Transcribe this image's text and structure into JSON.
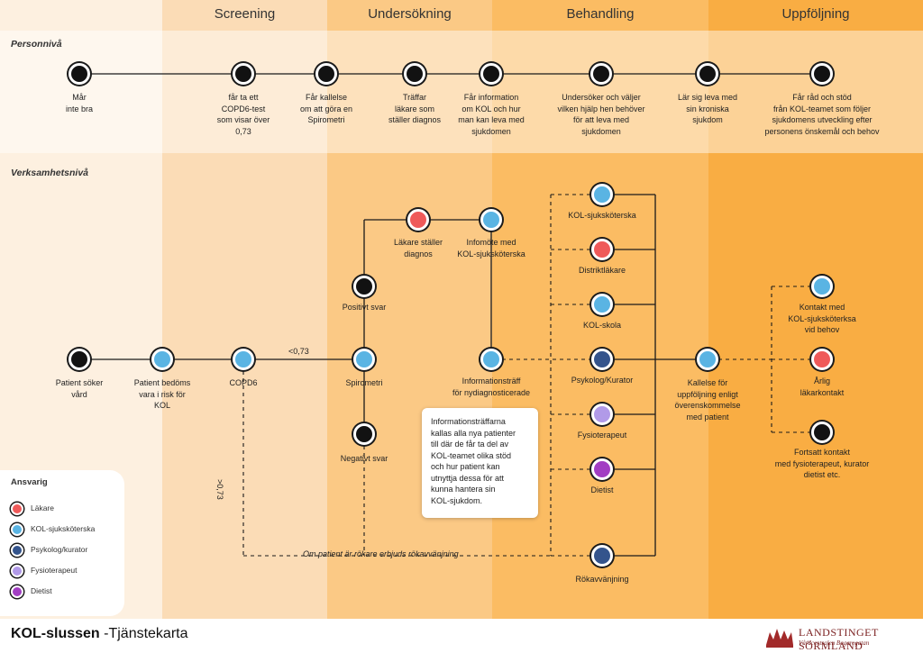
{
  "phases": {
    "screening": "Screening",
    "undersokning": "Undersökning",
    "behandling": "Behandling",
    "uppfoljning": "Uppföljning"
  },
  "levels": {
    "personal": "Personnivå",
    "business": "Verksamhetsnivå"
  },
  "personal_steps": [
    {
      "lines": [
        "Mår",
        "inte bra"
      ]
    },
    {
      "lines": [
        "får ta ett",
        "COPD6-test",
        "som visar över",
        "0,73"
      ]
    },
    {
      "lines": [
        "Får kallelse",
        "om att göra en",
        "Spirometri"
      ]
    },
    {
      "lines": [
        "Träffar",
        "läkare som",
        "ställer diagnos"
      ]
    },
    {
      "lines": [
        "Får information",
        "om KOL och hur",
        "man kan leva med",
        "sjukdomen"
      ]
    },
    {
      "lines": [
        "Undersöker och väljer",
        "vilken hjälp hen behöver",
        "för att leva med",
        "sjukdomen"
      ]
    },
    {
      "lines": [
        "Lär sig leva med",
        "sin kroniska",
        "sjukdom"
      ]
    },
    {
      "lines": [
        "Får råd och stöd",
        "från KOL-teamet som följer",
        "sjukdomens utveckling efter",
        "personens önskemål och behov"
      ]
    }
  ],
  "business": {
    "patient_soker": [
      "Patient söker",
      "vård"
    ],
    "patient_bedoms": [
      "Patient bedöms",
      "vara i risk för",
      "KOL"
    ],
    "copd6": [
      "COPD6"
    ],
    "spirometri": [
      "Spirometri"
    ],
    "positivt": [
      "Positivt svar"
    ],
    "negativt": [
      "Negativt svar"
    ],
    "lakare_diagnos": [
      "Läkare ställer",
      "diagnos"
    ],
    "infomote": [
      "Infomöte med",
      "KOL-sjuksköterska"
    ],
    "informationstraff": [
      "Informationsträff",
      "för nydiagnosticerade"
    ],
    "kol_ssk": [
      "KOL-sjuksköterska"
    ],
    "distriktlakare": [
      "Distriktläkare"
    ],
    "kol_skola": [
      "KOL-skola"
    ],
    "psykolog": [
      "Psykolog/Kurator"
    ],
    "fysio": [
      "Fysioterapeut"
    ],
    "dietist": [
      "Dietist"
    ],
    "rokavvanjning": [
      "Rökavvänjning"
    ],
    "kallelse": [
      "Kallelse för",
      "uppföljning enligt",
      "överenskommelse",
      "med patient"
    ],
    "kontakt_ssk": [
      "Kontakt med",
      "KOL-sjuksköterksa",
      "vid behov"
    ],
    "arlig": [
      "Årlig",
      "läkarkontakt"
    ],
    "fortsatt": [
      "Fortsatt kontakt",
      "med fysioterapeut, kurator",
      "dietist etc."
    ],
    "lt_073": "<0,73",
    "gt_073": ">0,73",
    "rok_text": "Om patient är rökare erbjuds rökavvänjning"
  },
  "info_box": [
    "Informationsträffarna",
    "kallas alla nya patienter",
    "till där de får ta del av",
    "KOL-teamet olika stöd",
    "och hur patient kan",
    "utnyttja dessa för att",
    "kunna hantera sin",
    "KOL-sjukdom."
  ],
  "legend": {
    "title": "Ansvarig",
    "items": [
      {
        "label": "Läkare",
        "color": "#ef5a5a"
      },
      {
        "label": "KOL-sjuksköterska",
        "color": "#5ab4e3"
      },
      {
        "label": "Psykolog/kurator",
        "color": "#34548c"
      },
      {
        "label": "Fysioterapeut",
        "color": "#b19ae8"
      },
      {
        "label": "Dietist",
        "color": "#a23ec3"
      }
    ]
  },
  "footer": {
    "title_bold": "KOL-slussen",
    "title_rest": " -Tjänstekarta"
  },
  "logo": {
    "name": "LANDSTINGET SÖRMLAND",
    "sub": "Vårdcentralen Bagaregatan"
  },
  "colors": {
    "band1": "#fdf0e0",
    "band2": "#fbdcb6",
    "band3": "#fbc985",
    "band4": "#fbbc63",
    "band5": "#f9ad43",
    "personal_band": "rgba(255,255,255,0.45)"
  }
}
